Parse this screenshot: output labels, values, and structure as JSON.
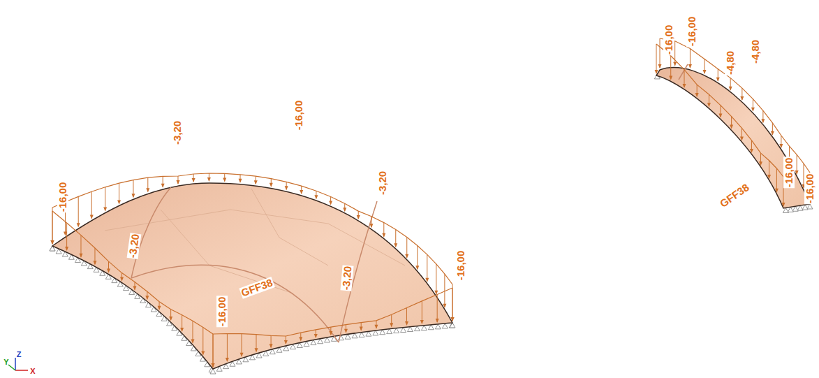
{
  "diagram": {
    "labels": [
      "-16,00",
      "-3,20",
      "-16,00",
      "-3,20",
      "-3,20",
      "GFF38",
      "-3,20",
      "-16,00",
      "-16,00",
      "-16,00",
      "-16,00",
      "-4,80",
      "-4,80",
      "GFF38",
      "-16,00",
      "-16,00",
      "Y",
      "Z",
      "X"
    ]
  }
}
